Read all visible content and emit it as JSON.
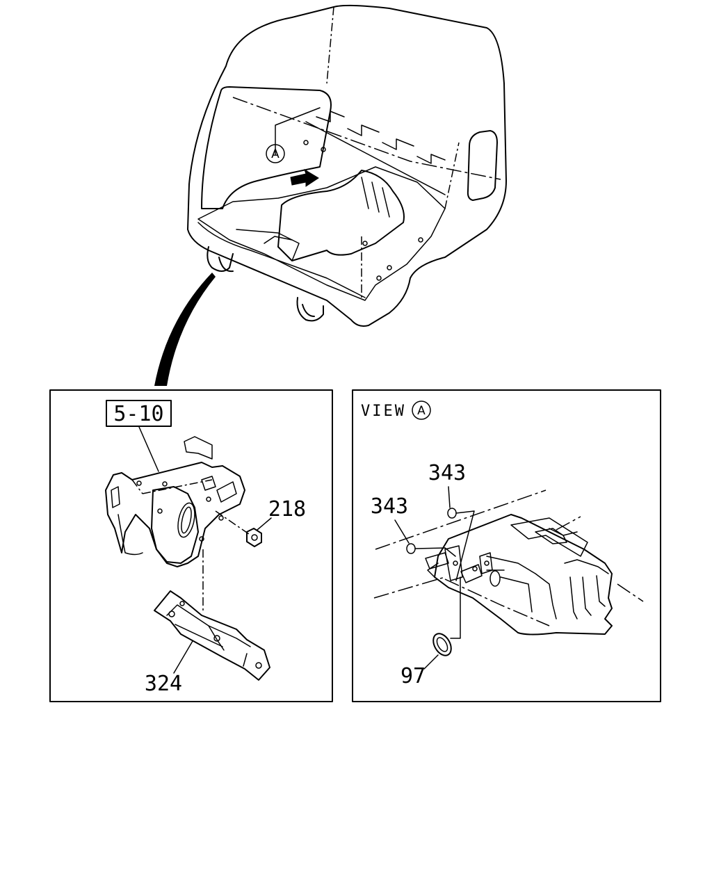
{
  "cab": {
    "view_marker": "A"
  },
  "left_panel": {
    "ref_box": "5-10",
    "callouts": [
      "218",
      "324"
    ]
  },
  "right_panel": {
    "view_title": "VIEW",
    "view_marker": "A",
    "callouts": [
      "343",
      "343",
      "97"
    ]
  }
}
